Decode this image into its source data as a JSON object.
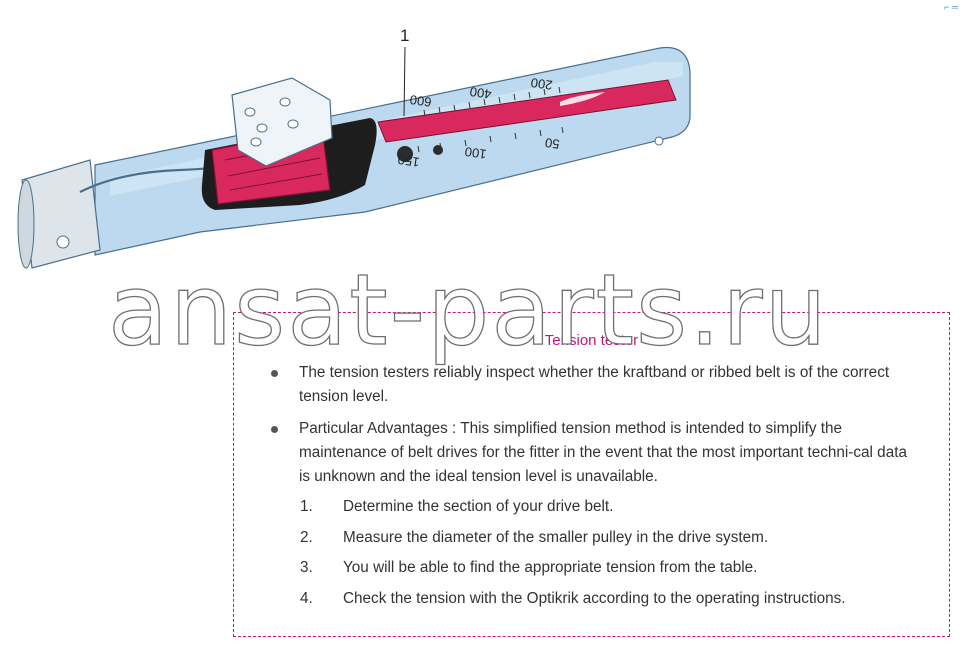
{
  "figure": {
    "callout_label": "1",
    "corner_mark": "⌐ ═",
    "scale_upper_labels": [
      "600",
      "400",
      "200"
    ],
    "scale_lower_labels": [
      "150",
      "100",
      "50"
    ]
  },
  "watermark": "ansat-parts.ru",
  "info_box": {
    "title": "Tension tester",
    "bullets": [
      "The tension testers reliably inspect whether the kraftband or ribbed belt is of the correct tension level.",
      "Particular Advantages : This simplified tension method is intended to simplify the maintenance of belt drives for the fitter in the event that the most important techni-cal data is unknown and the ideal tension level is unavailable."
    ],
    "steps": [
      {
        "num": "1.",
        "text": "Determine the section of your drive belt."
      },
      {
        "num": "2.",
        "text": "Measure the diameter of the smaller pulley in the drive system."
      },
      {
        "num": "3.",
        "text": "You will be able to find the appropriate tension from the table."
      },
      {
        "num": "4.",
        "text": "Check the tension with the Optikrik according to the operating instructions."
      }
    ]
  },
  "colors": {
    "tool_body": "#bcd9ef",
    "tool_outline": "#4a6f8c",
    "tool_red": "#d8285e",
    "box_border": "#c2187a",
    "title_color": "#c2187a"
  }
}
